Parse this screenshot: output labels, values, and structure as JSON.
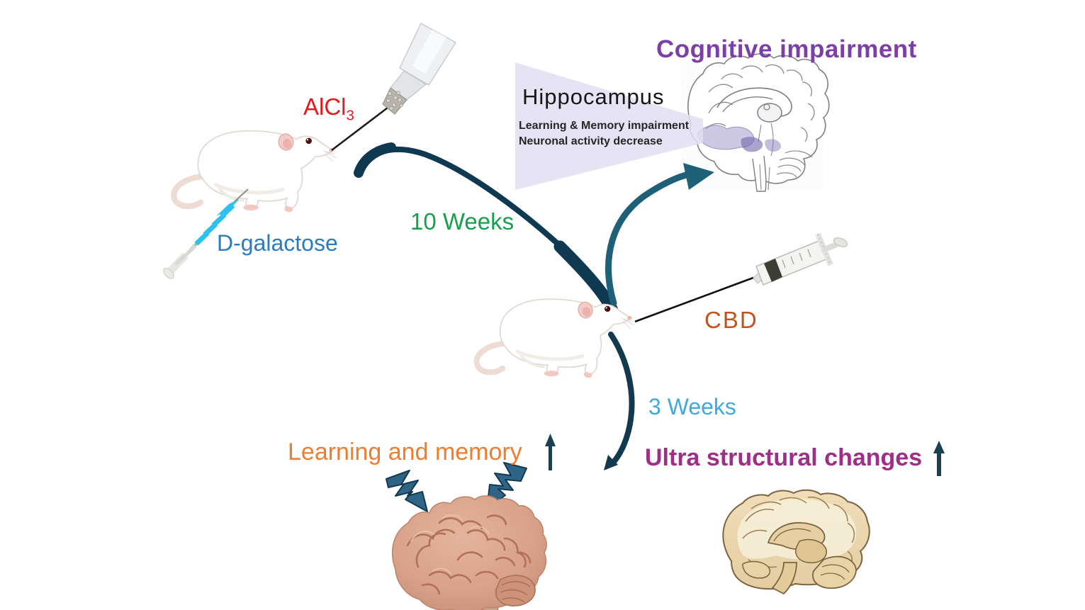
{
  "figure": {
    "type": "graphical-abstract-diagram",
    "background": "#ffffff"
  },
  "labels": {
    "alcl3": {
      "main": "AlCl",
      "sub": "3",
      "color": "#e8191d"
    },
    "d_galactose": {
      "text": "D-galactose",
      "color": "#2b7bbf"
    },
    "ten_weeks": {
      "text": "10 Weeks",
      "color": "#17a04c"
    },
    "cognitive_impairment": {
      "text": "Cognitive impairment",
      "color": "#7b3fa5"
    },
    "cbd": {
      "text": "CBD",
      "color": "#c0531f"
    },
    "three_weeks": {
      "text": "3 Weeks",
      "color": "#41a8e0"
    },
    "learning_and_memory": {
      "text": "Learning and memory",
      "color": "#ed7d31"
    },
    "ultra_structural_changes": {
      "text": "Ultra structural changes",
      "color": "#9e2f86"
    }
  },
  "hippocampus_panel": {
    "title": "Hippocampus",
    "line1": "Learning & Memory impairment",
    "line2": "Neuronal activity decrease",
    "background": "#e9e7f5",
    "text_color": "#161616"
  },
  "palette": {
    "swoosh_arrow": "#0e3950",
    "arrow_to_brain": "#1d6078",
    "arrow_down": "#12394e",
    "lightning_bolt": "#2e6587",
    "increase_arrow": "#1b4050",
    "panel_lavender": "#e9e7f5",
    "hippocampus_highlight": "#8d85c0"
  },
  "illustrations": {
    "rat_model_icon": "white laboratory rat (aged model)",
    "rat_cbd_icon": "white laboratory rat (CBD treated)",
    "syringe_alcl3_icon": "glass syringe injecting AlCl3 at rat nose",
    "syringe_dgalactose_icon": "blue syringe injecting D-galactose at rat belly",
    "syringe_cbd_icon": "plastic syringe injecting CBD at rat nose",
    "brain_lineart_icon": "sagittal line-art brain with hippocampus highlighted",
    "brain_pink_icon": "realistic pink brain struck by lightning bolts",
    "brain_tan_icon": "anatomical tan sagittal brain",
    "swoosh_arrow_10_weeks_icon": "large curved arrow from model rat to treated rat",
    "curved_arrow_to_brain_icon": "curved arrow from rat head to brain",
    "curved_arrow_3_weeks_icon": "curved arrow from rat down to outcomes",
    "lightning_bolt_left_icon": "lightning bolt",
    "lightning_bolt_right_icon": "lightning bolt",
    "increase_arrow_learning_icon": "thin upward arrow (increase)",
    "increase_arrow_ultra_icon": "thin upward arrow (increase)"
  }
}
